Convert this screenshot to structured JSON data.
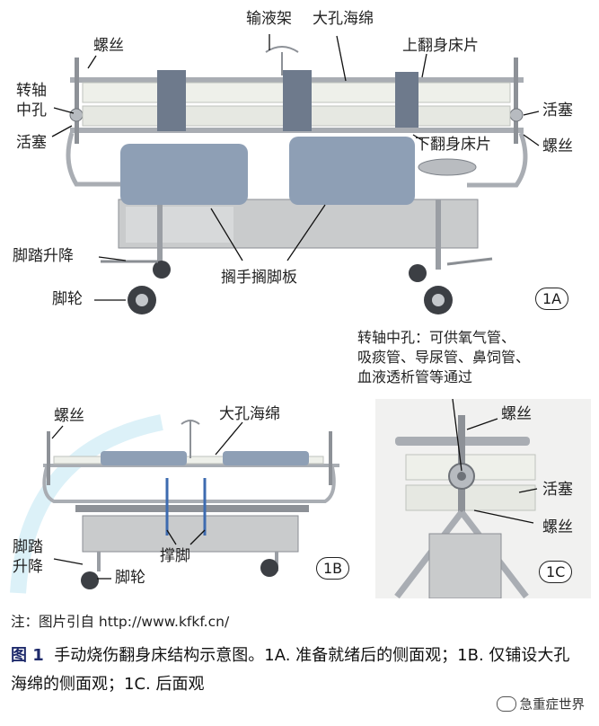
{
  "figure_1a": {
    "badge": "1A",
    "labels": {
      "screw_top_left": "螺丝",
      "iv_pole": "输液架",
      "large_hole_sponge": "大孔海绵",
      "upper_flip_board": "上翻身床片",
      "pivot_center_hole_line1": "转轴",
      "pivot_center_hole_line2": "中孔",
      "piston_right": "活塞",
      "piston_left": "活塞",
      "screw_right": "螺丝",
      "lower_flip_board": "下翻身床片",
      "foot_pedal_lift": "脚踏升降",
      "casters": "脚轮",
      "arm_foot_rest_board": "搁手搁脚板"
    }
  },
  "figure_1b": {
    "badge": "1B",
    "labels": {
      "screw": "螺丝",
      "large_hole_sponge": "大孔海绵",
      "foot_pedal_lift_line1": "脚踏",
      "foot_pedal_lift_line2": "升降",
      "casters": "脚轮",
      "support_leg": "撑脚"
    }
  },
  "figure_1c": {
    "badge": "1C",
    "pivot_note_lines": [
      "转轴中孔：可供氧气管、",
      "吸痰管、导尿管、鼻饲管、",
      "血液透析管等通过"
    ],
    "labels": {
      "screw_top": "螺丝",
      "piston": "活塞",
      "screw_bottom": "螺丝"
    }
  },
  "note": "注：图片引自 http://www.kfkf.cn/",
  "caption": {
    "figure_no": "图 1",
    "text": "手动烧伤翻身床结构示意图。1A. 准备就绪后的侧面观；1B. 仅铺设大孔海绵的侧面观；1C. 后面观"
  },
  "watermark": "急重症世界",
  "colors": {
    "steel": "#a9adb3",
    "steel_dark": "#7e838a",
    "board_blue": "#8e9fb5",
    "sponge": "#eef0ea",
    "strap": "#6e7a8c",
    "watermark_arc": "#bfe6f2"
  }
}
